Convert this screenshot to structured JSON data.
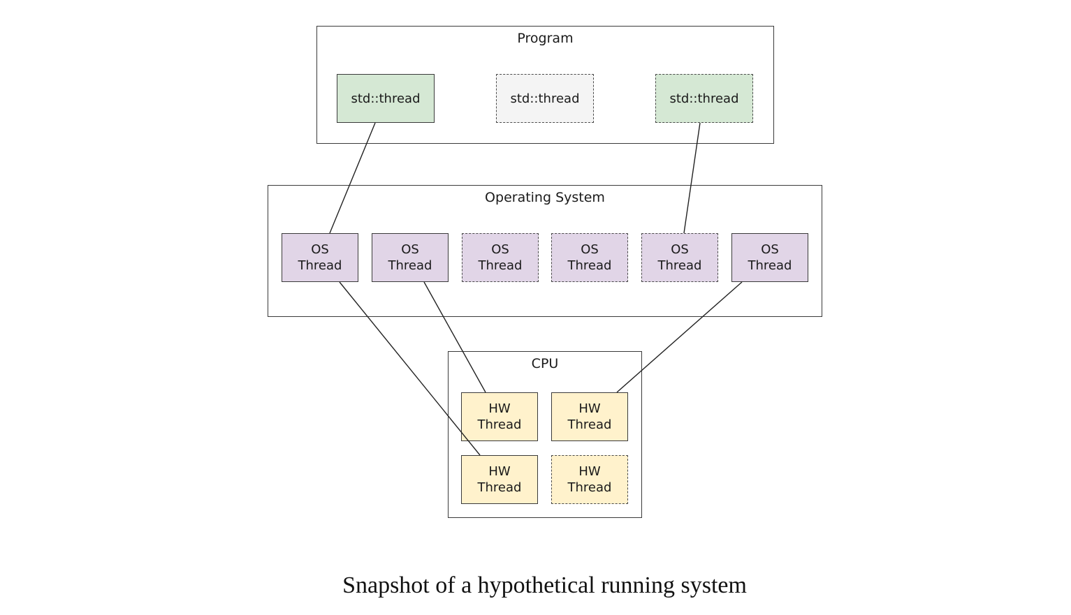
{
  "program": {
    "title": "Program",
    "threads": [
      {
        "label": "std::thread",
        "active": true,
        "style": "solid",
        "color": "#d5e8d4"
      },
      {
        "label": "std::thread",
        "active": false,
        "style": "dashed",
        "color": "#f4f4f4"
      },
      {
        "label": "std::thread",
        "active": true,
        "style": "dashed",
        "color": "#d5e8d4"
      }
    ]
  },
  "os": {
    "title": "Operating System",
    "threads": [
      {
        "line1": "OS",
        "line2": "Thread",
        "style": "solid"
      },
      {
        "line1": "OS",
        "line2": "Thread",
        "style": "solid"
      },
      {
        "line1": "OS",
        "line2": "Thread",
        "style": "dashed"
      },
      {
        "line1": "OS",
        "line2": "Thread",
        "style": "dashed"
      },
      {
        "line1": "OS",
        "line2": "Thread",
        "style": "dashed"
      },
      {
        "line1": "OS",
        "line2": "Thread",
        "style": "solid"
      }
    ],
    "color": "#e1d5e7"
  },
  "cpu": {
    "title": "CPU",
    "threads": [
      {
        "line1": "HW",
        "line2": "Thread",
        "style": "solid"
      },
      {
        "line1": "HW",
        "line2": "Thread",
        "style": "solid"
      },
      {
        "line1": "HW",
        "line2": "Thread",
        "style": "solid"
      },
      {
        "line1": "HW",
        "line2": "Thread",
        "style": "dashed"
      }
    ],
    "color": "#fff2cc"
  },
  "connections": [
    {
      "from": "program.threads.0",
      "to": "os.threads.0"
    },
    {
      "from": "program.threads.2",
      "to": "os.threads.4"
    },
    {
      "from": "os.threads.0",
      "to": "cpu.threads.2"
    },
    {
      "from": "os.threads.1",
      "to": "cpu.threads.0"
    },
    {
      "from": "os.threads.5",
      "to": "cpu.threads.1"
    }
  ],
  "caption": "Snapshot of a hypothetical running system"
}
